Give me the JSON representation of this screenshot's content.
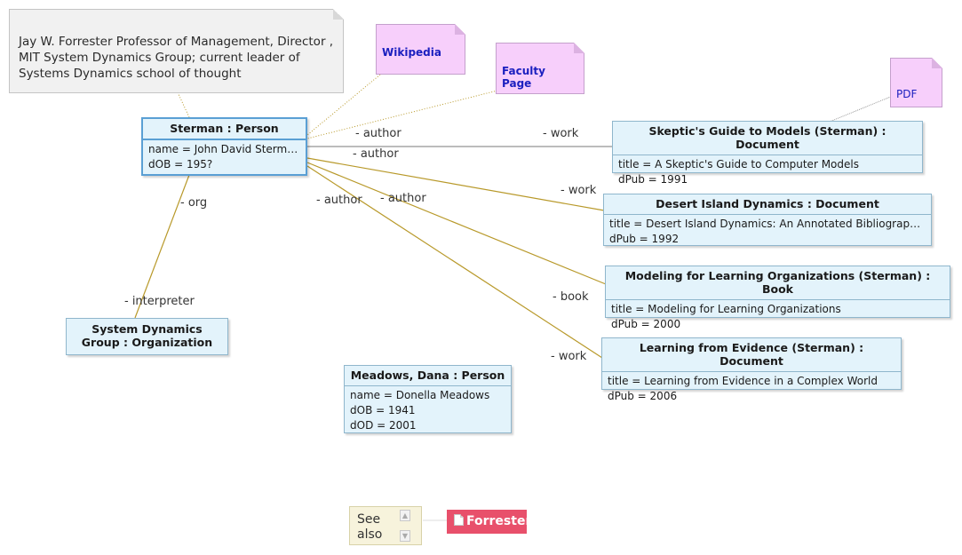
{
  "notes": {
    "forrester_note": "Jay W. Forrester Professor of Management, Director , MIT System Dynamics Group; current leader of Systems Dynamics school of thought"
  },
  "links": {
    "wikipedia": "Wikipedia",
    "faculty_page": "Faculty Page",
    "pdf": "PDF"
  },
  "objects": {
    "sterman": {
      "title": "Sterman : Person",
      "attrs": [
        "name = John David Sterman",
        "dOB = 195?"
      ]
    },
    "sd_group": {
      "title_line1": "System Dynamics",
      "title_line2": "Group : Organization"
    },
    "skeptic": {
      "title": "Skeptic's Guide to Models (Sterman) : Document",
      "attrs": [
        "title = A Skeptic's Guide to Computer Models",
        "dPub = 1991"
      ]
    },
    "desert": {
      "title": "Desert Island Dynamics : Document",
      "attrs": [
        "title = Desert Island Dynamics: An Annotated Bibliography...",
        "dPub = 1992"
      ]
    },
    "modeling": {
      "title": "Modeling for Learning Organizations (Sterman) : Book",
      "attrs": [
        "title = Modeling for Learning Organizations",
        "dPub = 2000"
      ]
    },
    "evidence": {
      "title": "Learning from Evidence (Sterman) : Document",
      "attrs": [
        "title = Learning from Evidence in a Complex World",
        "dPub = 2006"
      ]
    },
    "meadows": {
      "title": "Meadows, Dana : Person",
      "attrs": [
        "name = Donella Meadows",
        "dOB = 1941",
        "dOD = 2001"
      ]
    }
  },
  "roles": {
    "author1": "- author",
    "work1": "- work",
    "author2": "- author",
    "work2": "- work",
    "author3": "- author",
    "author4": "- author",
    "org": "- org",
    "interpreter": "- interpreter",
    "book": "- book",
    "work3": "- work"
  },
  "see_also": {
    "label_line1": "See",
    "label_line2": "also"
  },
  "forrester_link": "Forrester",
  "colors": {
    "assoc_line": "#b8992a",
    "doc_line": "#7a7a7a",
    "object_fill": "#e3f3fb",
    "link_fill": "#f7cffb",
    "forrester_fill": "#e8506b"
  }
}
